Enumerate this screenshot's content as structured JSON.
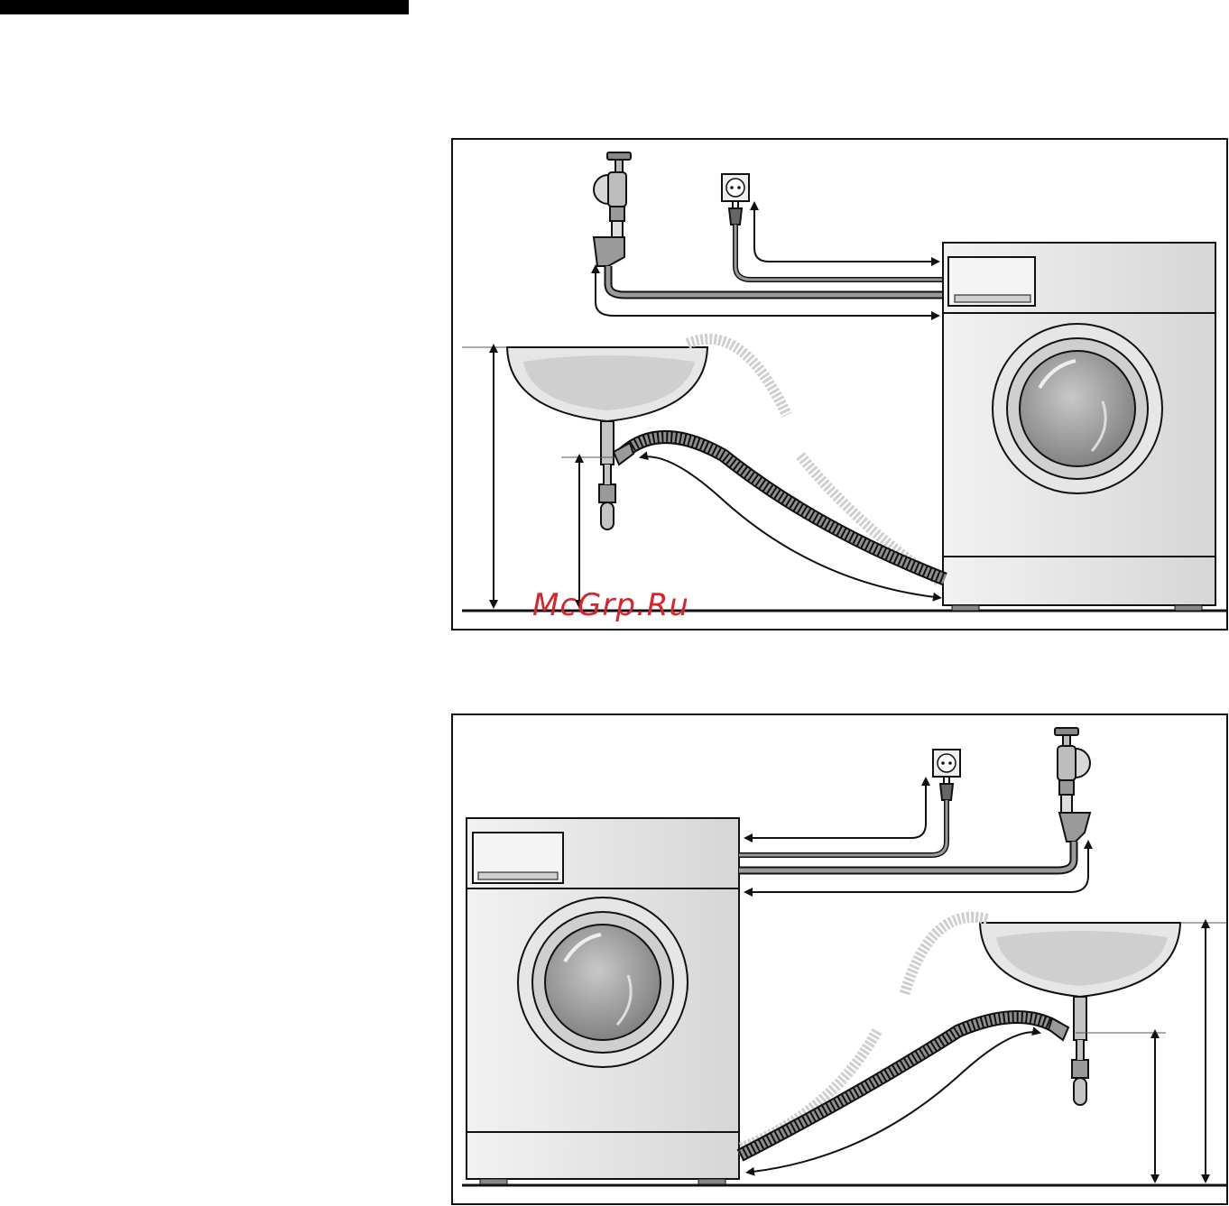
{
  "page": {
    "header_bar": "black-rule"
  },
  "diagrams": [
    {
      "id": "layout-1",
      "machine_position": "right",
      "sink_position": "left",
      "elements": [
        "water-tap-icon",
        "power-socket-icon",
        "power-plug-icon",
        "washing-machine",
        "sink",
        "drain-hose",
        "inlet-hose",
        "height-arrows"
      ]
    },
    {
      "id": "layout-2",
      "machine_position": "left",
      "sink_position": "right",
      "elements": [
        "water-tap-icon",
        "power-socket-icon",
        "power-plug-icon",
        "washing-machine",
        "sink",
        "drain-hose",
        "inlet-hose",
        "height-arrows"
      ]
    }
  ],
  "watermark": {
    "text": "McGrp.Ru",
    "color": "#d8252a"
  },
  "colors": {
    "outline": "#111111",
    "machine_body": "#e8e8e8",
    "hose": "#9a9a9a",
    "hose_faded": "#d0d0d0"
  }
}
